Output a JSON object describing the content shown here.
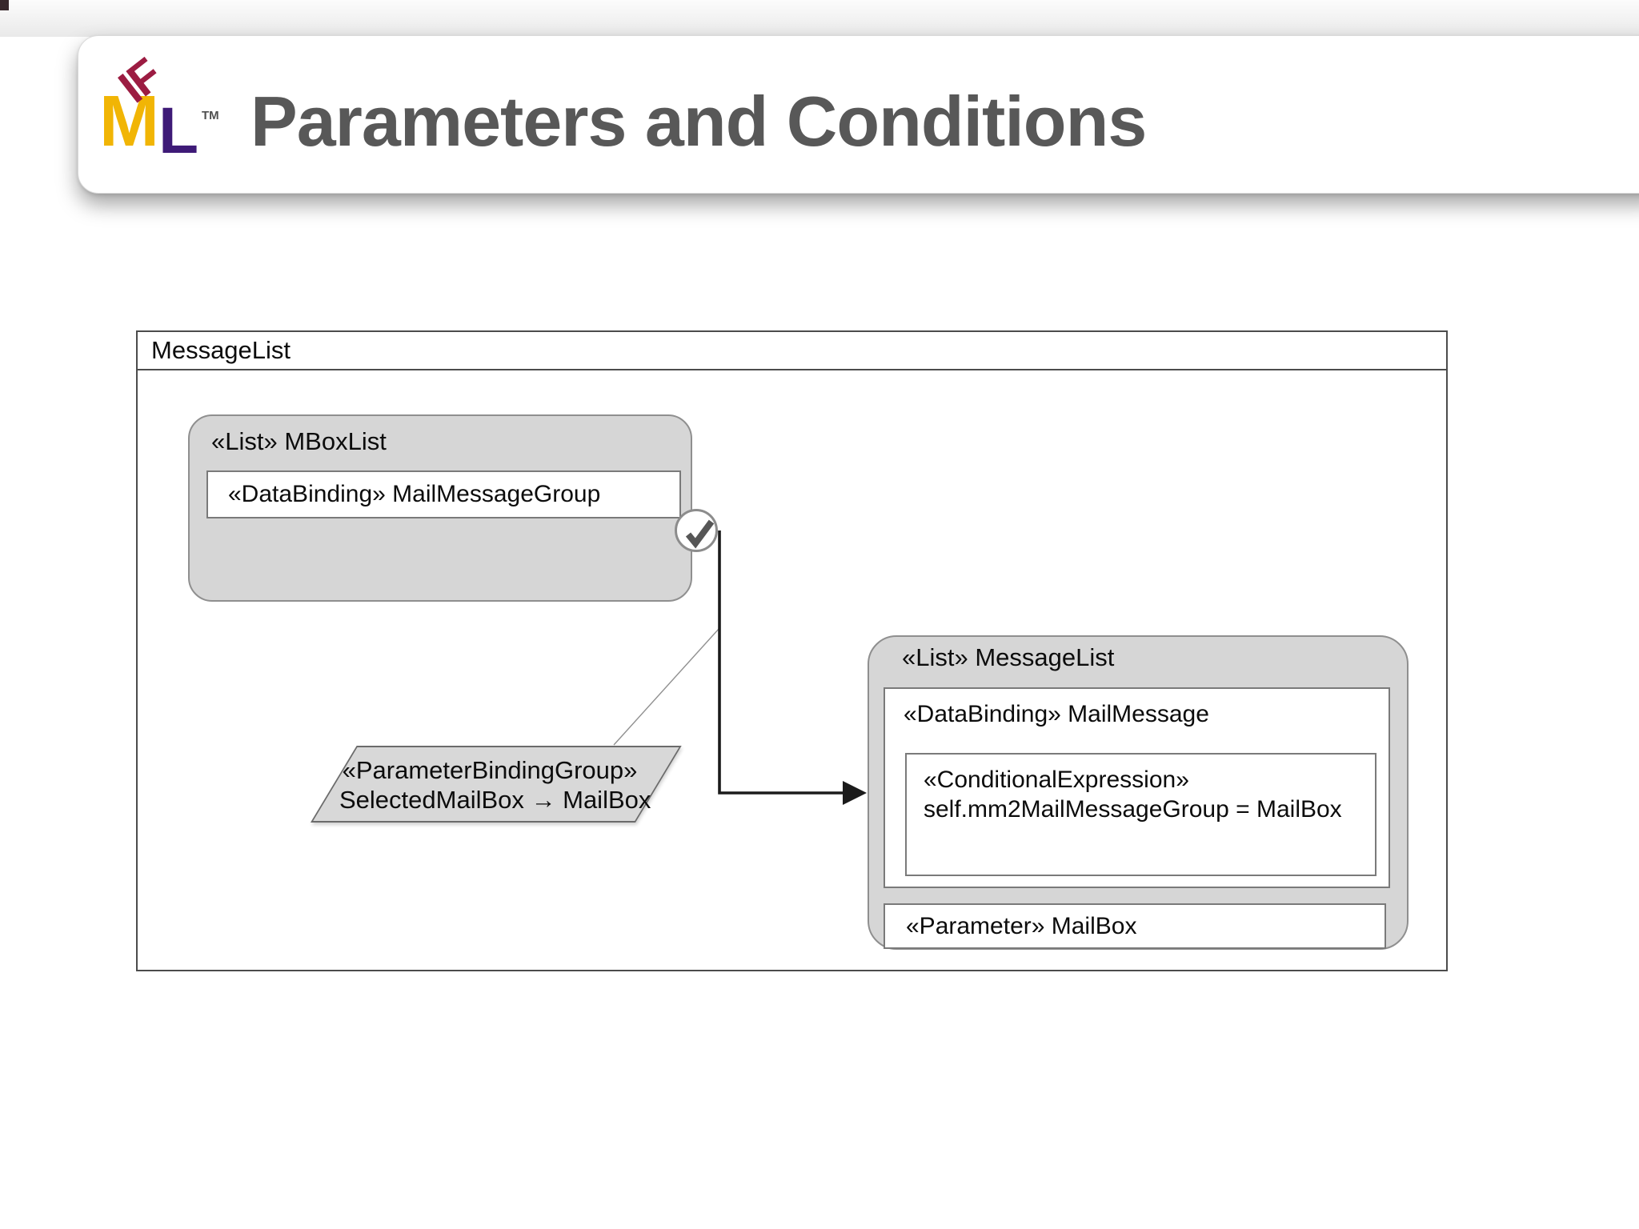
{
  "header": {
    "title": "Parameters and Conditions",
    "logo": {
      "if": "IF",
      "m": "M",
      "l": "L",
      "tm": "TM"
    }
  },
  "diagram": {
    "frame_label": "MessageList",
    "mbox_list": {
      "label": "«List» MBoxList",
      "databinding": "«DataBinding» MailMessageGroup"
    },
    "message_list": {
      "label": "«List» MessageList",
      "databinding": "«DataBinding» MailMessage",
      "conditional": {
        "stereotype": "«ConditionalExpression»",
        "expression": "self.mm2MailMessageGroup = MailBox"
      },
      "parameter": "«Parameter» MailBox"
    },
    "parameter_binding": {
      "stereotype": "«ParameterBindingGroup»",
      "binding": "SelectedMailBox → MailBox"
    },
    "icons": {
      "check": "✓"
    },
    "colors": {
      "logo_maroon": "#9C1C42",
      "logo_gold": "#F1B505",
      "logo_purple": "#3E1A77",
      "title_gray": "#585858",
      "box_fill": "#D6D6D6",
      "box_border": "#8F8F8F",
      "frame_border": "#4C4C4C",
      "arrow_black": "#1B1B1B",
      "check_gray": "#565656"
    }
  }
}
